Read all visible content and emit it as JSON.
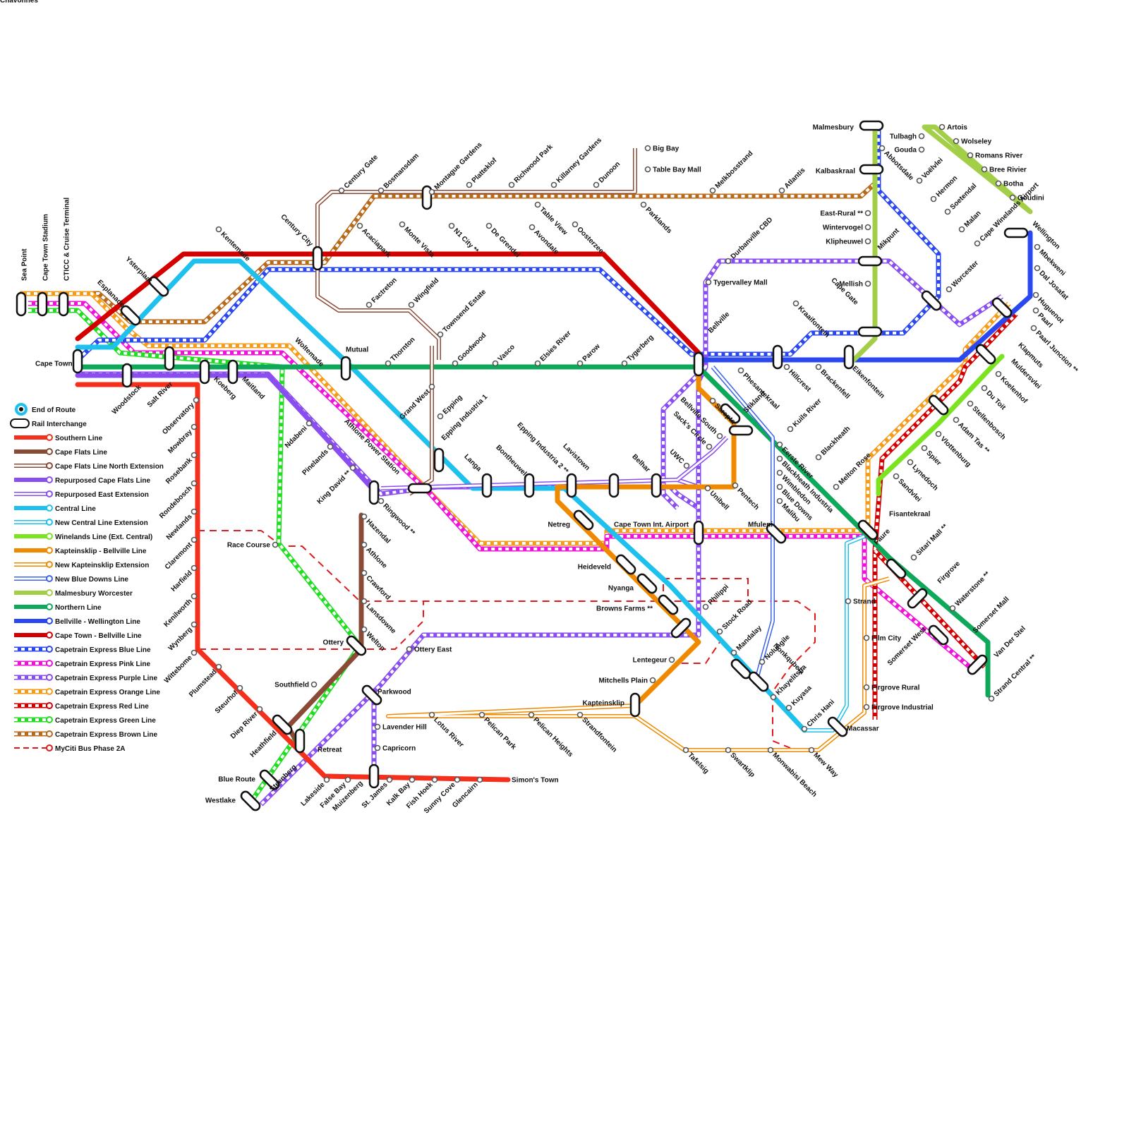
{
  "lines": [
    {
      "id": "southern",
      "name": "Southern Line",
      "color": "#f4301c",
      "style": "solid"
    },
    {
      "id": "cape-flats",
      "name": "Cape Flats Line",
      "color": "#8b4a35",
      "style": "solid"
    },
    {
      "id": "cape-flats-north",
      "name": "Cape Flats Line North Extension",
      "color": "#8b4a35",
      "style": "double"
    },
    {
      "id": "repurposed-cape-flats",
      "name": "Repurposed Cape Flats Line",
      "color": "#8a4df0",
      "style": "solid"
    },
    {
      "id": "repurposed-east",
      "name": "Repurposed East Extension",
      "color": "#8a4df0",
      "style": "double"
    },
    {
      "id": "central",
      "name": "Central Line",
      "color": "#1ec0ee",
      "style": "solid"
    },
    {
      "id": "new-central",
      "name": "New Central Line Extension",
      "color": "#1ec0ee",
      "style": "double"
    },
    {
      "id": "winelands",
      "name": "Winelands Line (Ext. Central)",
      "color": "#7be320",
      "style": "solid"
    },
    {
      "id": "kapteinsklip",
      "name": "Kapteinsklip - Bellville Line",
      "color": "#ef8a00",
      "style": "solid"
    },
    {
      "id": "new-kapteinsklip",
      "name": "New Kapteinsklip Extension",
      "color": "#ef8a00",
      "style": "double"
    },
    {
      "id": "new-blue-downs",
      "name": "New Blue Downs Line",
      "color": "#3b64e8",
      "style": "double"
    },
    {
      "id": "malmesbury",
      "name": "Malmesbury Worcester",
      "color": "#a3cf48",
      "style": "solid"
    },
    {
      "id": "northern",
      "name": "Northern Line",
      "color": "#0ea85a",
      "style": "solid"
    },
    {
      "id": "bellville-wellington",
      "name": "Bellville - Wellington Line",
      "color": "#2a48f0",
      "style": "solid"
    },
    {
      "id": "ct-bellville",
      "name": "Cape Town - Bellville Line",
      "color": "#d40000",
      "style": "solid"
    },
    {
      "id": "express-blue",
      "name": "Capetrain Express Blue Line",
      "color": "#2a48f0",
      "style": "dashed"
    },
    {
      "id": "express-pink",
      "name": "Capetrain Express Pink Line",
      "color": "#f012d8",
      "style": "dashed"
    },
    {
      "id": "express-purple",
      "name": "Capetrain Express Purple Line",
      "color": "#8a4df0",
      "style": "dashed"
    },
    {
      "id": "express-orange",
      "name": "Capetrain Express Orange Line",
      "color": "#f59c1a",
      "style": "dashed"
    },
    {
      "id": "express-red",
      "name": "Capetrain Express Red Line",
      "color": "#d40000",
      "style": "dashed"
    },
    {
      "id": "express-green",
      "name": "Capetrain Express Green Line",
      "color": "#22dd22",
      "style": "dashed"
    },
    {
      "id": "express-brown",
      "name": "Capetrain Express Brown Line",
      "color": "#b86a1a",
      "style": "dashed"
    },
    {
      "id": "myciti",
      "name": "MyCiti Bus Phase 2A",
      "color": "#e01a1a",
      "style": "bus"
    }
  ],
  "legend": {
    "end_of_route": "End of Route",
    "rail_interchange": "Rail Interchange"
  },
  "stations": [
    {
      "name": "Sea Point"
    },
    {
      "name": "Cape Town Stadium"
    },
    {
      "name": "CTICC & Cruise Terminal"
    },
    {
      "name": "Esplanade"
    },
    {
      "name": "Ysterplaat"
    },
    {
      "name": "Cape Town"
    },
    {
      "name": "Woodstock"
    },
    {
      "name": "Salt River"
    },
    {
      "name": "Observatory"
    },
    {
      "name": "Koeberg"
    },
    {
      "name": "Maitland"
    },
    {
      "name": "Kentemade"
    },
    {
      "name": "Century City"
    },
    {
      "name": "Century Gate"
    },
    {
      "name": "Bosmansdam"
    },
    {
      "name": "Montague Gardens"
    },
    {
      "name": "Platteklof"
    },
    {
      "name": "Richwood Park"
    },
    {
      "name": "Killarney Gardens"
    },
    {
      "name": "Dunoon"
    },
    {
      "name": "Big Bay"
    },
    {
      "name": "Table Bay Mall"
    },
    {
      "name": "Parklands"
    },
    {
      "name": "Table View"
    },
    {
      "name": "Melkbosstrand"
    },
    {
      "name": "Atlantis"
    },
    {
      "name": "Malmesbury"
    },
    {
      "name": "Kalbaskraal"
    },
    {
      "name": "Abbotsdale"
    },
    {
      "name": "Acaciapark"
    },
    {
      "name": "Monte Vista"
    },
    {
      "name": "N1 City **"
    },
    {
      "name": "De Grendel"
    },
    {
      "name": "Avondale"
    },
    {
      "name": "Oosterzee"
    },
    {
      "name": "Factreton"
    },
    {
      "name": "Wingfield"
    },
    {
      "name": "Townsend Estate"
    },
    {
      "name": "Mutual"
    },
    {
      "name": "Thornton"
    },
    {
      "name": "Goodwood"
    },
    {
      "name": "Vasco"
    },
    {
      "name": "Elsies River"
    },
    {
      "name": "Parow"
    },
    {
      "name": "Tygerberg"
    },
    {
      "name": "Woltemade"
    },
    {
      "name": "Grand West"
    },
    {
      "name": "Epping"
    },
    {
      "name": "Epping Industria 1"
    },
    {
      "name": "Langa"
    },
    {
      "name": "Bontheuwel"
    },
    {
      "name": "Epping Industria 2 **"
    },
    {
      "name": "Lavistown"
    },
    {
      "name": "Belhar"
    },
    {
      "name": "Ndabeni"
    },
    {
      "name": "Pinelands"
    },
    {
      "name": "King David **"
    },
    {
      "name": "Athlone Power Station"
    },
    {
      "name": "Ringwood **"
    },
    {
      "name": "Hazendal"
    },
    {
      "name": "Athlone"
    },
    {
      "name": "Crawford"
    },
    {
      "name": "Lansdowne"
    },
    {
      "name": "Welton"
    },
    {
      "name": "Ottery"
    },
    {
      "name": "Ottery East"
    },
    {
      "name": "Southfield"
    },
    {
      "name": "Parkwood"
    },
    {
      "name": "Lavender Hill"
    },
    {
      "name": "Capricorn"
    },
    {
      "name": "Race Course"
    },
    {
      "name": "Mowbray"
    },
    {
      "name": "Rosebank"
    },
    {
      "name": "Rondebosch"
    },
    {
      "name": "Newlands"
    },
    {
      "name": "Claremont"
    },
    {
      "name": "Harfield"
    },
    {
      "name": "Kenilworth"
    },
    {
      "name": "Wynberg"
    },
    {
      "name": "Wittebome"
    },
    {
      "name": "Plumstead"
    },
    {
      "name": "Steurhof"
    },
    {
      "name": "Diep River"
    },
    {
      "name": "Heathfield"
    },
    {
      "name": "Retreat"
    },
    {
      "name": "Steenberg"
    },
    {
      "name": "Blue Route"
    },
    {
      "name": "Westlake"
    },
    {
      "name": "Lakeside"
    },
    {
      "name": "False Bay"
    },
    {
      "name": "Muizenberg"
    },
    {
      "name": "St. James"
    },
    {
      "name": "Kalk Bay"
    },
    {
      "name": "Fish Hoek"
    },
    {
      "name": "Sunny Cove"
    },
    {
      "name": "Glencairn"
    },
    {
      "name": "Simon's Town"
    },
    {
      "name": "Lotus River"
    },
    {
      "name": "Pelican Park"
    },
    {
      "name": "Pelican Heights"
    },
    {
      "name": "Strandfontein"
    },
    {
      "name": "Kapteinsklip"
    },
    {
      "name": "Mitchells Plain"
    },
    {
      "name": "Lentegeur"
    },
    {
      "name": "Tafelsig"
    },
    {
      "name": "Swartklip"
    },
    {
      "name": "Monwabisi Beach"
    },
    {
      "name": "Mew Way"
    },
    {
      "name": "Netreg"
    },
    {
      "name": "Heideveld"
    },
    {
      "name": "Nyanga"
    },
    {
      "name": "Browns Farms **"
    },
    {
      "name": "Philippi"
    },
    {
      "name": "Stock Road"
    },
    {
      "name": "Mandalay"
    },
    {
      "name": "Nolungile"
    },
    {
      "name": "Nonkqubela"
    },
    {
      "name": "Khayelitsha"
    },
    {
      "name": "Kuyasa"
    },
    {
      "name": "Chris Hani"
    },
    {
      "name": "Cape Town Int. Airport"
    },
    {
      "name": "Mfuleni"
    },
    {
      "name": "Unibell"
    },
    {
      "name": "Pentech"
    },
    {
      "name": "UWC"
    },
    {
      "name": "Sack's Circle"
    },
    {
      "name": "Bellville South"
    },
    {
      "name": "Sarepta"
    },
    {
      "name": "Bellville"
    },
    {
      "name": "Tygervalley Mall"
    },
    {
      "name": "Durbanville CBD"
    },
    {
      "name": "Phesantekraal"
    },
    {
      "name": "Stikland"
    },
    {
      "name": "Kuils River"
    },
    {
      "name": "Blackheath"
    },
    {
      "name": "Melton Rose"
    },
    {
      "name": "Eerste River"
    },
    {
      "name": "Blackheath Industria"
    },
    {
      "name": "Wimbledon"
    },
    {
      "name": "Blue Downs"
    },
    {
      "name": "Malibu"
    },
    {
      "name": "Hillcrest"
    },
    {
      "name": "Brackenfell"
    },
    {
      "name": "Eikenfontein"
    },
    {
      "name": "Kraaifontein"
    },
    {
      "name": "Cape Gate"
    },
    {
      "name": "East-Rural **"
    },
    {
      "name": "Wintervogel"
    },
    {
      "name": "Klipheuwel"
    },
    {
      "name": "Mikpunt"
    },
    {
      "name": "Mellish"
    },
    {
      "name": "Fisantekraal"
    },
    {
      "name": "Faure"
    },
    {
      "name": "Sitari Mall **"
    },
    {
      "name": "Firgrove"
    },
    {
      "name": "Waterstone **"
    },
    {
      "name": "Somerset West"
    },
    {
      "name": "Somerset Mall"
    },
    {
      "name": "Van Der Stel"
    },
    {
      "name": "Strand Central **"
    },
    {
      "name": "Strand"
    },
    {
      "name": "Film City"
    },
    {
      "name": "Firgrove Rural"
    },
    {
      "name": "Firgrove Industrial"
    },
    {
      "name": "Macassar"
    },
    {
      "name": "Sandvlei"
    },
    {
      "name": "Lynedoch"
    },
    {
      "name": "Spier"
    },
    {
      "name": "Vlottenburg"
    },
    {
      "name": "Adam Tas **"
    },
    {
      "name": "Stellenbosch"
    },
    {
      "name": "Du Toit"
    },
    {
      "name": "Koelenhof"
    },
    {
      "name": "Muldersvlei"
    },
    {
      "name": "Klapmuts"
    },
    {
      "name": "Paarl Junction **"
    },
    {
      "name": "Paarl"
    },
    {
      "name": "Huguenot"
    },
    {
      "name": "Dal Josafat"
    },
    {
      "name": "Mbekweni"
    },
    {
      "name": "Wellington"
    },
    {
      "name": "Worcester"
    },
    {
      "name": "Cape Winelands Airport"
    },
    {
      "name": "Malan"
    },
    {
      "name": "Soetendal"
    },
    {
      "name": "Hermon"
    },
    {
      "name": "Voëlvlei"
    },
    {
      "name": "Gouda"
    },
    {
      "name": "Tulbagh"
    },
    {
      "name": "Artois"
    },
    {
      "name": "Wolseley"
    },
    {
      "name": "Romans River"
    },
    {
      "name": "Bree Rivier"
    },
    {
      "name": "Botha"
    },
    {
      "name": "Goudini"
    },
    {
      "name": "Chavonnes"
    }
  ]
}
